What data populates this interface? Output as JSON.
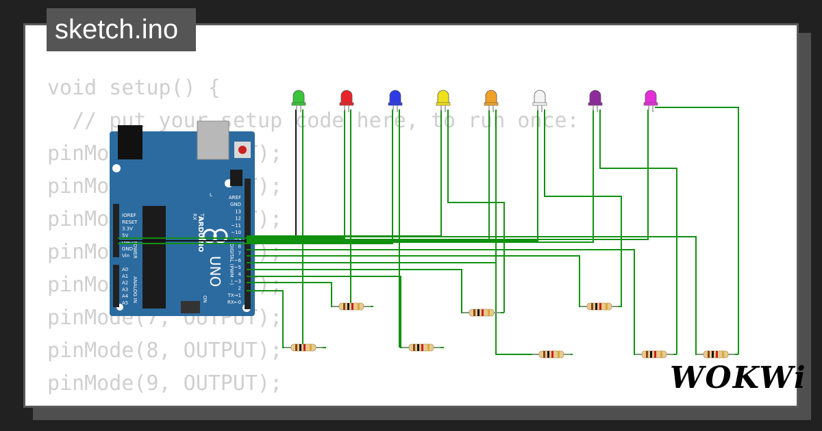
{
  "tab": {
    "label": "sketch.ino"
  },
  "code_lines": [
    "void setup() {",
    "  // put your setup code here, to run once:",
    "pinMode(2, OUTPUT);",
    "pinMode(3, OUTPUT);",
    "pinMode(4, OUTPUT);",
    "pinMode(5, OUTPUT);",
    "pinMode(6, OUTPUT);",
    "pinMode(7, OUTPUT);",
    "pinMode(8, OUTPUT);",
    "pinMode(9, OUTPUT);"
  ],
  "board": {
    "brand": "ARDUINO",
    "model": "UNO",
    "on_label": "ON",
    "l_label": "L",
    "tx_label": "TX",
    "rx_label": "RX",
    "power_pins": [
      "IOREF",
      "RESET",
      "3.3V",
      "5V",
      "GND",
      "GND",
      "Vin"
    ],
    "power_title": "POWER",
    "analog_pins": [
      "A0",
      "A1",
      "A2",
      "A3",
      "A4",
      "A5"
    ],
    "analog_title": "ANALOG IN",
    "digital_pins": [
      "AREF",
      "GND",
      "13",
      "12",
      "~11",
      "~10",
      "~9",
      "8",
      "7",
      "~6",
      "~5",
      "4",
      "~3",
      "2",
      "TX→1",
      "RX←0"
    ],
    "digital_title": "DIGITAL (PWM ~)"
  },
  "leds": [
    {
      "name": "green",
      "color": "#3ac43a"
    },
    {
      "name": "red",
      "color": "#e8232a"
    },
    {
      "name": "blue",
      "color": "#2d3ce6"
    },
    {
      "name": "yellow",
      "color": "#efe11b"
    },
    {
      "name": "orange",
      "color": "#f0a128"
    },
    {
      "name": "white",
      "color": "#f4f4f4"
    },
    {
      "name": "purple",
      "color": "#8e2a9b"
    },
    {
      "name": "pink",
      "color": "#e42ed8"
    }
  ],
  "wire_color": "#119010",
  "logo": {
    "text": "WOKWi"
  }
}
